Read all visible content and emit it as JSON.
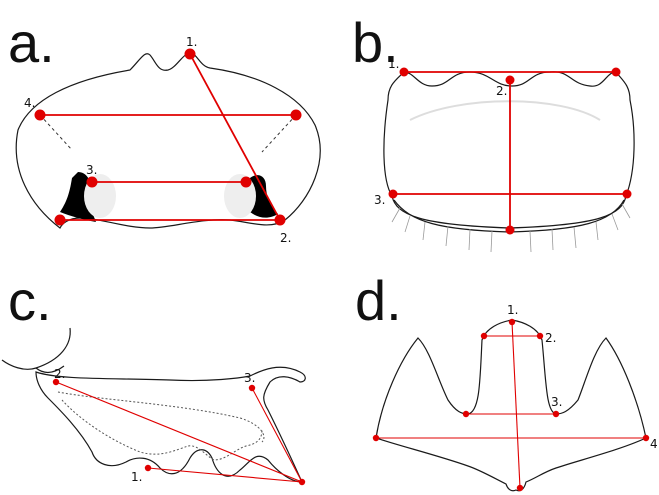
{
  "panels": [
    {
      "id": "a",
      "letter": "a.",
      "points": [
        "1.",
        "4.",
        "3.",
        "2."
      ]
    },
    {
      "id": "b",
      "letter": "b.",
      "points": [
        "1.",
        "2.",
        "3."
      ]
    },
    {
      "id": "c",
      "letter": "c.",
      "points": [
        "2.",
        "3.",
        "1."
      ]
    },
    {
      "id": "d",
      "letter": "d.",
      "points": [
        "1.",
        "2.",
        "3.",
        "4"
      ]
    }
  ],
  "colors": {
    "measurement": "#e00000",
    "outline": "#1a1a1a",
    "mandible": "#000000"
  }
}
